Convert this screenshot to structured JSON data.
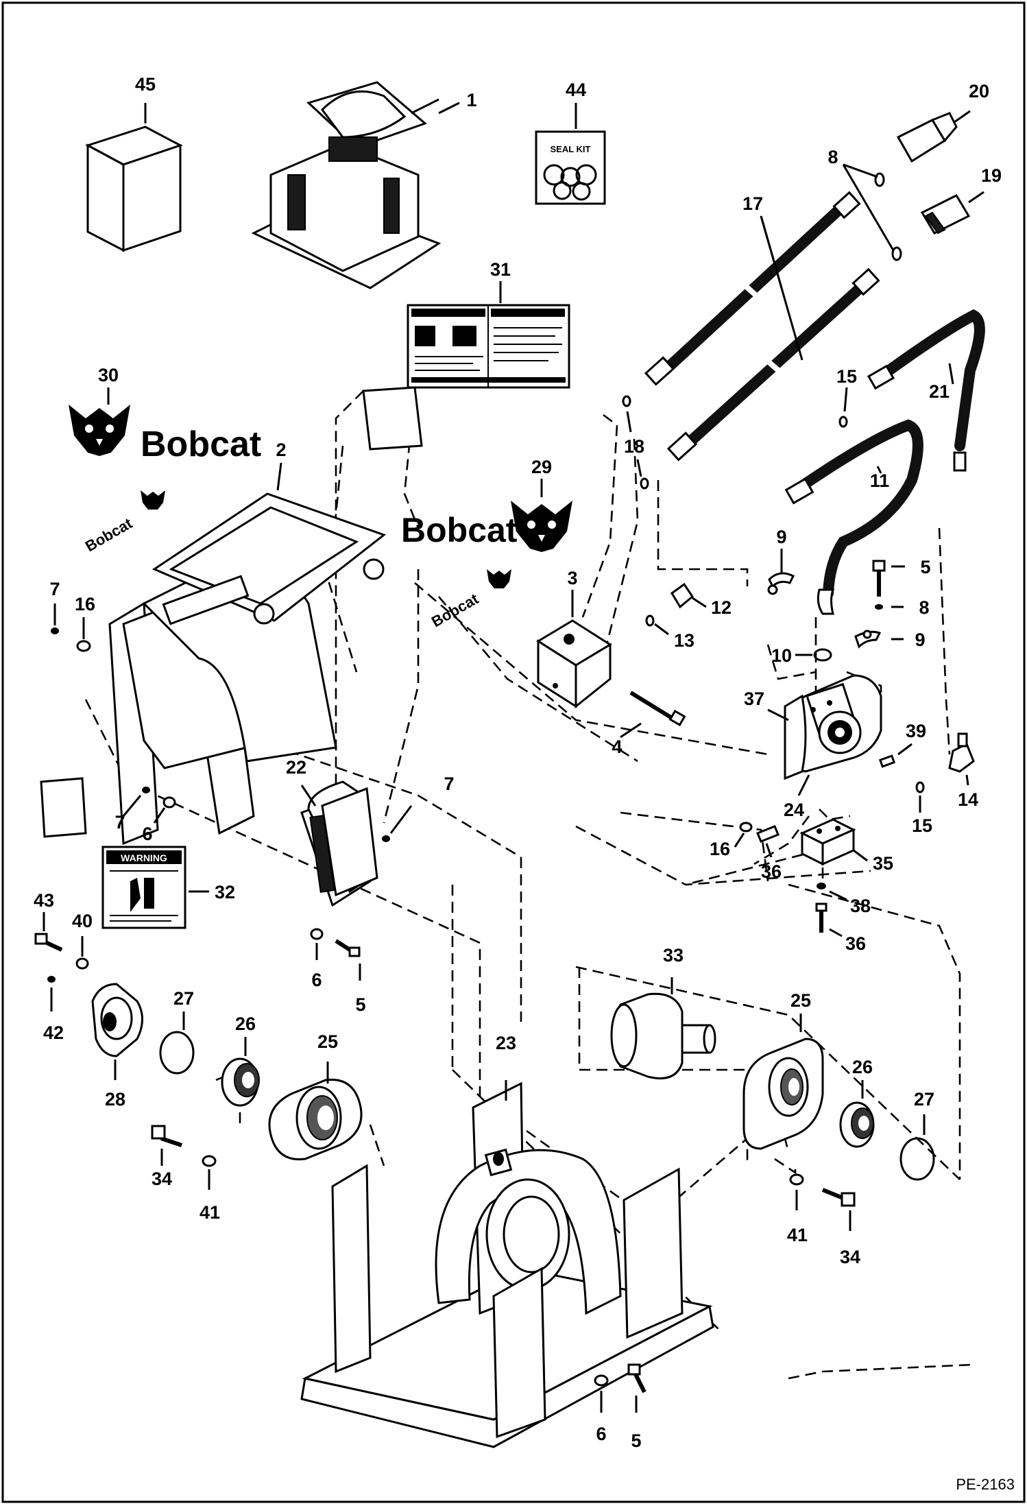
{
  "drawing_number": "PE-2163",
  "brand": {
    "wordmark": "Bobcat"
  },
  "decals": {
    "seal_kit": "SEAL KIT",
    "warning": "WARNING"
  },
  "callouts": {
    "c45": "45",
    "c1": "1",
    "c44": "44",
    "c20": "20",
    "c8a": "8",
    "c17": "17",
    "c19": "19",
    "c31": "31",
    "c30": "30",
    "c2": "2",
    "c29": "29",
    "c18": "18",
    "c15a": "15",
    "c21": "21",
    "c11": "11",
    "c9a": "9",
    "c5a": "5",
    "c8b": "8",
    "c9b": "9",
    "c3": "3",
    "c12": "12",
    "c13": "13",
    "c10": "10",
    "c7a": "7",
    "c16a": "16",
    "c4": "4",
    "c37": "37",
    "c39": "39",
    "c22": "22",
    "c7b": "7",
    "c7c": "7",
    "c6a": "6",
    "c24": "24",
    "c14": "14",
    "c15b": "15",
    "c16b": "16",
    "c36a": "36",
    "c35": "35",
    "c32": "32",
    "c43": "43",
    "c40": "40",
    "c38": "38",
    "c36b": "36",
    "c6b": "6",
    "c5b": "5",
    "c33": "33",
    "c42": "42",
    "c27a": "27",
    "c26a": "26",
    "c25a": "25",
    "c28": "28",
    "c23": "23",
    "c25b": "25",
    "c26b": "26",
    "c27b": "27",
    "c34a": "34",
    "c41a": "41",
    "c41b": "41",
    "c34b": "34",
    "c6c": "6",
    "c5c": "5"
  }
}
